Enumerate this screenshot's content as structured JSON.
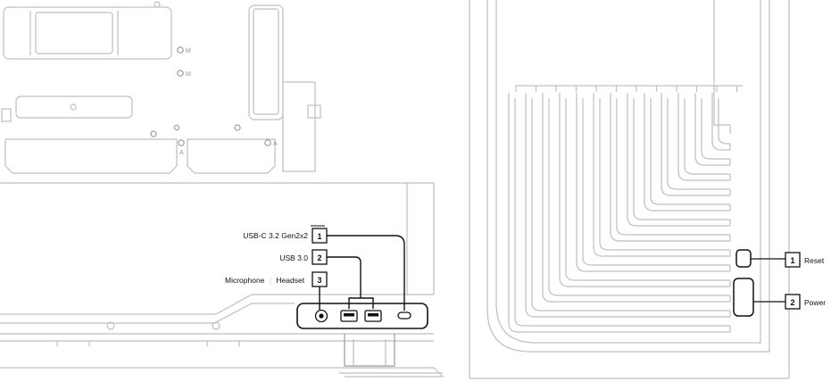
{
  "front_io_callouts": [
    {
      "number": "1",
      "label": "USB-C 3.2 Gen2x2"
    },
    {
      "number": "2",
      "label": "USB 3.0"
    },
    {
      "number": "3",
      "label_main": "Microphone",
      "separator": "|",
      "label_secondary": "Headset"
    }
  ],
  "button_callouts": [
    {
      "number": "1",
      "label": "Reset"
    },
    {
      "number": "2",
      "label": "Power"
    }
  ],
  "mount_marks": [
    "M",
    "M",
    "A",
    "A"
  ],
  "colors": {
    "line_light": "#bfbfbf",
    "line_mid": "#9a9a9a",
    "ink": "#111111",
    "separator": "#c8c8c8"
  }
}
